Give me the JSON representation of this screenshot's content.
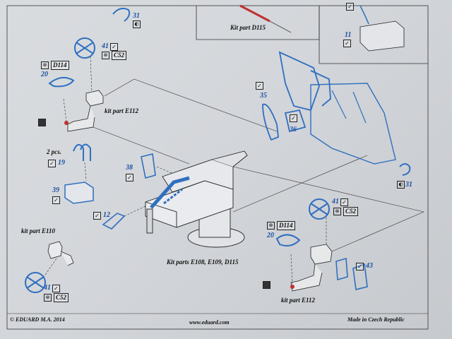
{
  "footer": {
    "copyright": "© EDUARD  M.A. 2014",
    "website": "www.eduard.com",
    "made_in": "Made in Czech Republic"
  },
  "labels": {
    "kit_part_d115": "Kit part D115",
    "kit_part_e112_top": "kit part E112",
    "kit_part_e112_bottom": "kit part E112",
    "kit_part_e110": "kit part E110",
    "kit_parts_main": "Kit parts E108, E109, D115",
    "two_pcs": "2 pcs."
  },
  "part_numbers": {
    "p31_top": "31",
    "p11": "11",
    "p41_top": "41",
    "c52_top": "C52",
    "d114_top": "D114",
    "p20_top": "20",
    "p35": "35",
    "p36": "36",
    "p19": "19",
    "p38": "38",
    "p39": "39",
    "p31_right": "31",
    "p12": "12",
    "p41_right": "41",
    "c52_right": "C52",
    "d114_bottom": "D114",
    "p20_bottom": "20",
    "p43": "43",
    "p41_bottom": "41",
    "c52_bottom": "C52"
  },
  "colors": {
    "etch_blue": "#2f6fc0",
    "ink": "#1a1a1a",
    "paper": "#d6d9dc",
    "marker_red": "#c03030"
  }
}
